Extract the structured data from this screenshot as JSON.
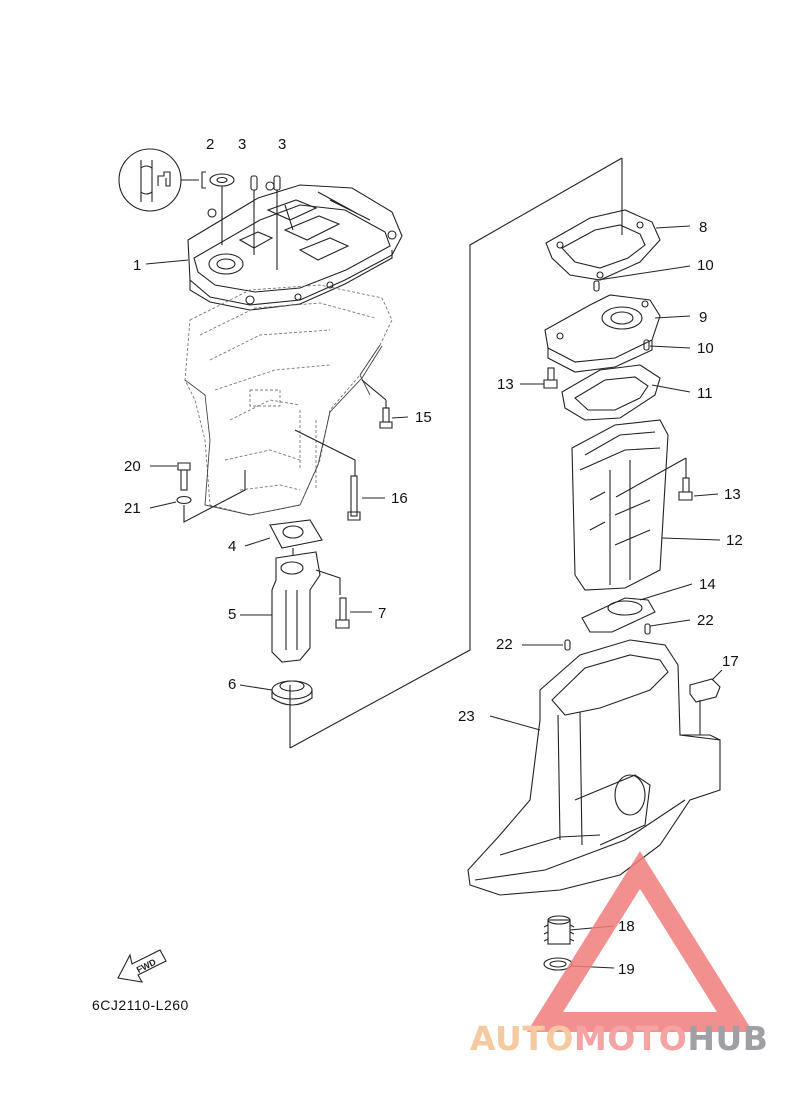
{
  "diagram": {
    "callouts": [
      {
        "id": "c1",
        "text": "1"
      },
      {
        "id": "c2",
        "text": "2"
      },
      {
        "id": "c3a",
        "text": "3"
      },
      {
        "id": "c3b",
        "text": "3"
      },
      {
        "id": "c4",
        "text": "4"
      },
      {
        "id": "c5",
        "text": "5"
      },
      {
        "id": "c6",
        "text": "6"
      },
      {
        "id": "c7",
        "text": "7"
      },
      {
        "id": "c8",
        "text": "8"
      },
      {
        "id": "c9",
        "text": "9"
      },
      {
        "id": "c10a",
        "text": "10"
      },
      {
        "id": "c10b",
        "text": "10"
      },
      {
        "id": "c11",
        "text": "11"
      },
      {
        "id": "c12",
        "text": "12"
      },
      {
        "id": "c13a",
        "text": "13"
      },
      {
        "id": "c13b",
        "text": "13"
      },
      {
        "id": "c14",
        "text": "14"
      },
      {
        "id": "c15",
        "text": "15"
      },
      {
        "id": "c16",
        "text": "16"
      },
      {
        "id": "c17",
        "text": "17"
      },
      {
        "id": "c18",
        "text": "18"
      },
      {
        "id": "c19",
        "text": "19"
      },
      {
        "id": "c20",
        "text": "20"
      },
      {
        "id": "c21",
        "text": "21"
      },
      {
        "id": "c22a",
        "text": "22"
      },
      {
        "id": "c22b",
        "text": "22"
      },
      {
        "id": "c23",
        "text": "23"
      }
    ],
    "fwd_label": "FWD",
    "drawing_code": "6CJ2110-L260"
  },
  "watermark": {
    "part1": "AUTO",
    "part2": "MOTO",
    "part3": "HUB",
    "colors": {
      "auto": "#f6c9a0",
      "moto": "#f5a3a3",
      "hub": "#9ea0a5",
      "triangle": "#f07c7c"
    }
  }
}
